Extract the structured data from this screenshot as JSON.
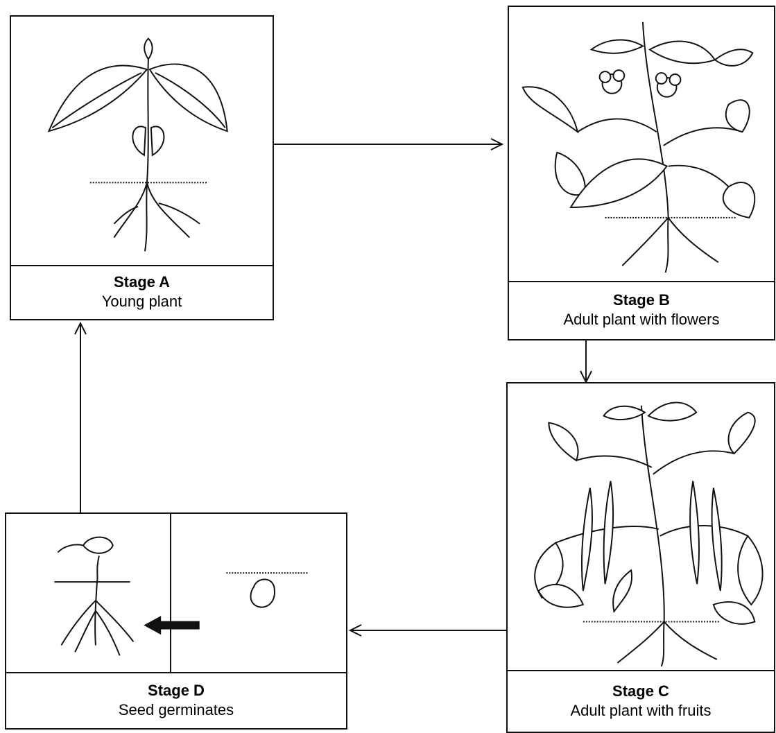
{
  "stages": [
    {
      "id": "A",
      "title": "Stage A",
      "description": "Young plant"
    },
    {
      "id": "B",
      "title": "Stage B",
      "description": "Adult plant with flowers"
    },
    {
      "id": "C",
      "title": "Stage C",
      "description": "Adult plant with fruits"
    },
    {
      "id": "D",
      "title": "Stage D",
      "description": "Seed germinates"
    }
  ],
  "cycle_order": [
    "A",
    "B",
    "C",
    "D",
    "A"
  ],
  "colors": {
    "line": "#111111",
    "background": "#ffffff"
  },
  "icons": {
    "A": "young-plant-illustration",
    "B": "flowering-plant-illustration",
    "C": "fruiting-plant-illustration",
    "D": [
      "germinating-seedling-illustration",
      "seed-in-soil-illustration"
    ]
  }
}
